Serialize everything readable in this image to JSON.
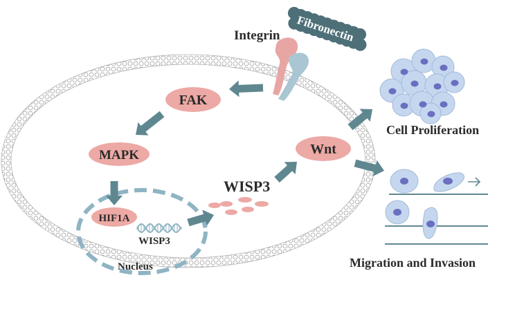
{
  "labels": {
    "integrin": "Integrin",
    "fibronectin": "Fibronectin",
    "fak": "FAK",
    "mapk": "MAPK",
    "hif1a": "HIF1A",
    "wisp3_gene": "WISP3",
    "nucleus": "Nucleus",
    "wisp3_protein": "WISP3",
    "wnt": "Wnt",
    "cell_proliferation": "Cell Proliferation",
    "migration_invasion": "Migration and Invasion"
  },
  "colors": {
    "pink_node": "#eda9a5",
    "arrow": "#5f8790",
    "membrane": "#a6a6a6",
    "fibronectin": "#4d6f78",
    "cell_fill": "#c5d7ef",
    "cell_nucleus": "#6a6fbf",
    "nucleus_dash": "#8fb4c3"
  },
  "icons": {
    "integrin_receptor": "integrin-receptor-icon",
    "dna": "dna-helix-icon",
    "cell_cluster": "cell-cluster-icon",
    "migrating_cells": "migrating-cells-icon"
  }
}
